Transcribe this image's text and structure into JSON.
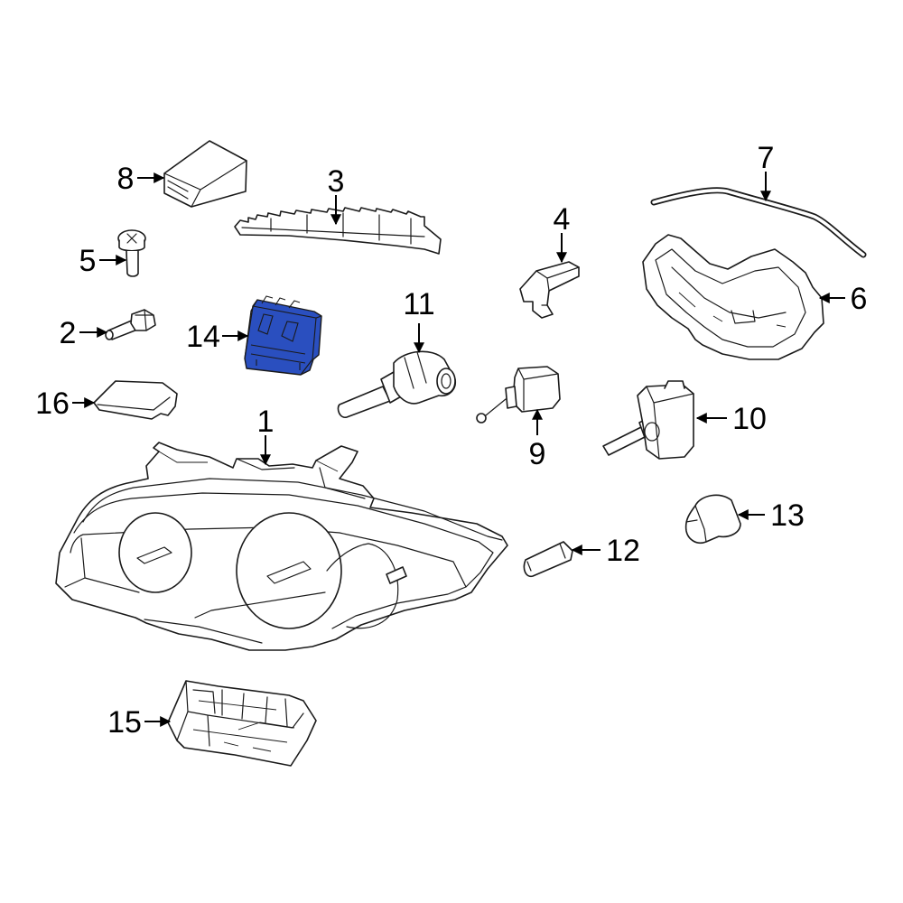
{
  "diagram": {
    "highlight_color": "#2a4fbf",
    "callouts": [
      {
        "id": "1",
        "label": "1"
      },
      {
        "id": "2",
        "label": "2"
      },
      {
        "id": "3",
        "label": "3"
      },
      {
        "id": "4",
        "label": "4"
      },
      {
        "id": "5",
        "label": "5"
      },
      {
        "id": "6",
        "label": "6"
      },
      {
        "id": "7",
        "label": "7"
      },
      {
        "id": "8",
        "label": "8"
      },
      {
        "id": "9",
        "label": "9"
      },
      {
        "id": "10",
        "label": "10"
      },
      {
        "id": "11",
        "label": "11"
      },
      {
        "id": "12",
        "label": "12"
      },
      {
        "id": "13",
        "label": "13"
      },
      {
        "id": "14",
        "label": "14"
      },
      {
        "id": "15",
        "label": "15"
      },
      {
        "id": "16",
        "label": "16"
      }
    ]
  }
}
